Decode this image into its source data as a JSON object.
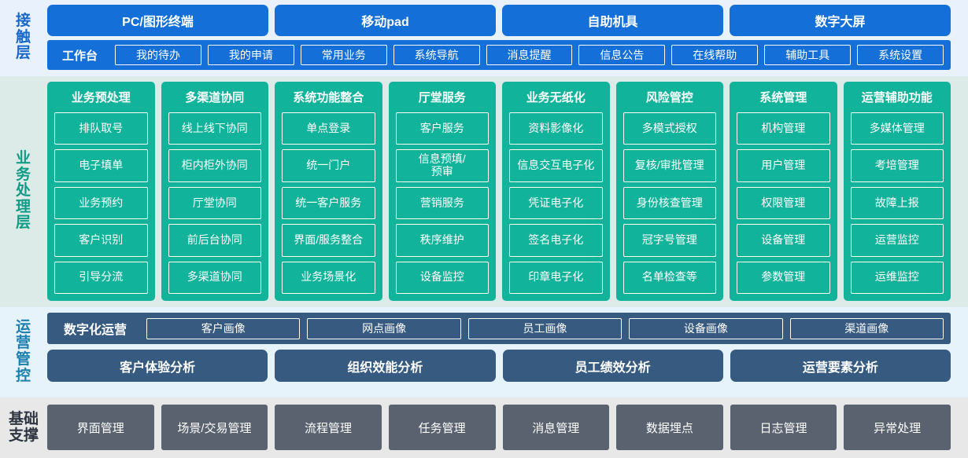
{
  "layers": {
    "contact": {
      "label_lines": [
        "接",
        "触",
        "层"
      ],
      "channels": [
        "PC/图形终端",
        "移动pad",
        "自助机具",
        "数字大屏"
      ],
      "workbench_label": "工作台",
      "items": [
        "我的待办",
        "我的申请",
        "常用业务",
        "系统导航",
        "消息提醒",
        "信息公告",
        "在线帮助",
        "辅助工具",
        "系统设置"
      ],
      "accent": "#1470d8",
      "background": "#e9f2fc",
      "label_color": "#1767c8"
    },
    "business": {
      "label_lines": [
        "业",
        "务",
        "处",
        "理",
        "层"
      ],
      "accent": "#11b49b",
      "background": "#dcebe7",
      "label_color": "#0f9b86",
      "columns": [
        {
          "title": "业务预处理",
          "items": [
            "排队取号",
            "电子填单",
            "业务预约",
            "客户识别",
            "引导分流"
          ]
        },
        {
          "title": "多渠道协同",
          "items": [
            "线上线下协同",
            "柜内柜外协同",
            "厅堂协同",
            "前后台协同",
            "多渠道协同"
          ]
        },
        {
          "title": "系统功能整合",
          "items": [
            "单点登录",
            "统一门户",
            "统一客户服务",
            "界面/服务整合",
            "业务场景化"
          ]
        },
        {
          "title": "厅堂服务",
          "items": [
            "客户服务",
            "信息预填/\n预审",
            "营销服务",
            "秩序维护",
            "设备监控"
          ]
        },
        {
          "title": "业务无纸化",
          "items": [
            "资料影像化",
            "信息交互电子化",
            "凭证电子化",
            "签名电子化",
            "印章电子化"
          ]
        },
        {
          "title": "风险管控",
          "items": [
            "多模式授权",
            "复核/审批管理",
            "身份核查管理",
            "冠字号管理",
            "名单检查等"
          ]
        },
        {
          "title": "系统管理",
          "items": [
            "机构管理",
            "用户管理",
            "权限管理",
            "设备管理",
            "参数管理"
          ]
        },
        {
          "title": "运营辅助功能",
          "items": [
            "多媒体管理",
            "考培管理",
            "故障上报",
            "运营监控",
            "运维监控"
          ]
        }
      ]
    },
    "operations": {
      "label_lines": [
        "运",
        "营",
        "管",
        "控"
      ],
      "accent": "#365a80",
      "background": "#e6f3fb",
      "label_color": "#1c7fae",
      "digital_label": "数字化运营",
      "portraits": [
        "客户画像",
        "网点画像",
        "员工画像",
        "设备画像",
        "渠道画像"
      ],
      "analyses": [
        "客户体验分析",
        "组织效能分析",
        "员工绩效分析",
        "运营要素分析"
      ]
    },
    "base": {
      "label_lines": [
        "基础",
        "支撑"
      ],
      "accent": "#59626e",
      "background": "#e8e8e8",
      "label_color": "#2e3440",
      "items": [
        "界面管理",
        "场景/交易管理",
        "流程管理",
        "任务管理",
        "消息管理",
        "数据埋点",
        "日志管理",
        "异常处理"
      ]
    }
  }
}
